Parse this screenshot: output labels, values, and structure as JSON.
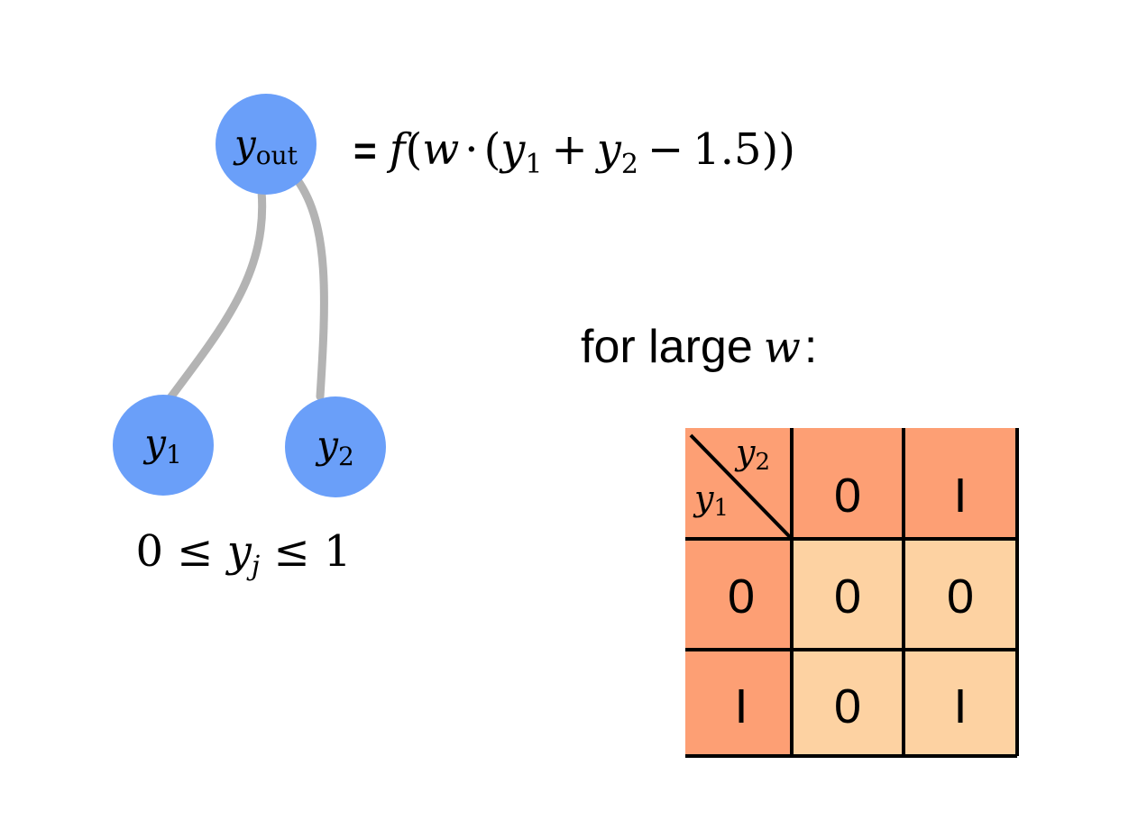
{
  "colors": {
    "node_fill": "#6a9ff9",
    "edge": "#b3b3b3",
    "header_cell": "#fd9f74",
    "body_cell": "#fdd2a2",
    "grid_line": "#000000"
  },
  "network": {
    "output_node": {
      "base": "y",
      "sub": "out"
    },
    "input_node_1": {
      "base": "y",
      "sub": "1"
    },
    "input_node_2": {
      "base": "y",
      "sub": "2"
    },
    "constraint": {
      "lhs": "0 ≤ ",
      "var": "y",
      "sub": "j",
      "rhs": " ≤ 1"
    }
  },
  "equation": {
    "equals": "=",
    "f": "f",
    "w": "w",
    "dot": "·",
    "y": "y",
    "sub1": "1",
    "sub2": "2",
    "plus": "+",
    "minus": "−",
    "const": "1.5",
    "open_paren": "(",
    "close_paren": ")"
  },
  "condition": {
    "prefix": "for large",
    "var": "w",
    "suffix": ":"
  },
  "truth_table": {
    "corner_col": {
      "base": "y",
      "sub": "2"
    },
    "corner_row": {
      "base": "y",
      "sub": "1"
    },
    "col_headers": [
      "0",
      "I"
    ],
    "row_headers": [
      "0",
      "I"
    ],
    "cells": [
      [
        "0",
        "0"
      ],
      [
        "0",
        "I"
      ]
    ]
  }
}
